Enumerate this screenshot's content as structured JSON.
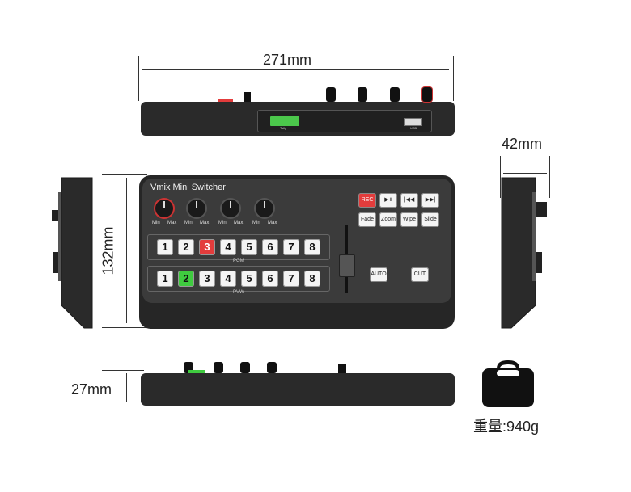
{
  "dimensions": {
    "width_label": "271mm",
    "height_label": "132mm",
    "depth_label": "42mm",
    "thickness_label": "27mm"
  },
  "device": {
    "title": "Vmix Mini Switcher",
    "knob_labels": {
      "min": "Min",
      "max": "Max"
    },
    "pgm_label": "PGM",
    "pvw_label": "PVW",
    "pgm_keys": [
      "1",
      "2",
      "3",
      "4",
      "5",
      "6",
      "7",
      "8"
    ],
    "pgm_active": 3,
    "pvw_keys": [
      "1",
      "2",
      "3",
      "4",
      "5",
      "6",
      "7",
      "8"
    ],
    "pvw_active": 2,
    "transport_keys": [
      "REC",
      "▶॥",
      "|◀◀",
      "▶▶|"
    ],
    "transition_keys": [
      "Fade",
      "Zoom",
      "Wipe",
      "Slide"
    ],
    "auto_label": "AUTO",
    "cut_label": "CUT",
    "tally_label": "Tally",
    "usb_label": "USB"
  },
  "weight": {
    "label": "重量:940g",
    "icon": "weight-bag-icon"
  }
}
